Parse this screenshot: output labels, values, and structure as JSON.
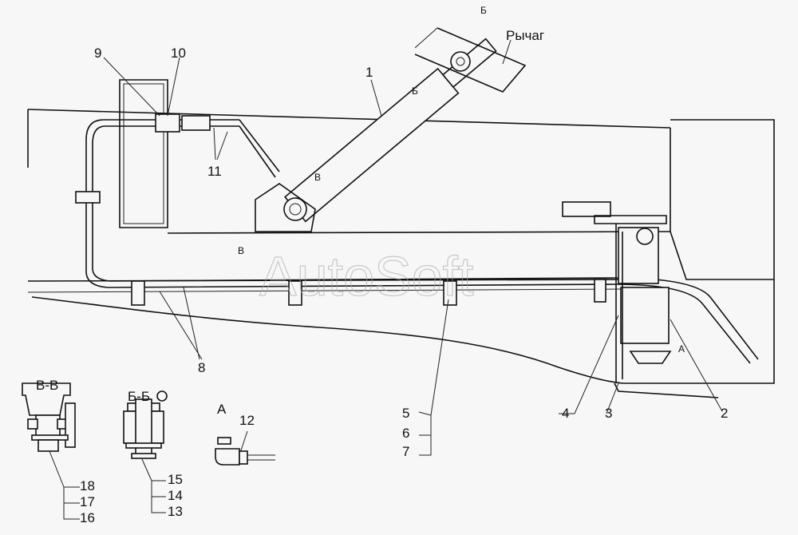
{
  "watermark": "AutoSoft",
  "callouts": {
    "c1": "1",
    "c2": "2",
    "c3": "3",
    "c4": "4",
    "c5": "5",
    "c6": "6",
    "c7": "7",
    "c8": "8",
    "c9": "9",
    "c10": "10",
    "c11": "11",
    "c12": "12",
    "c13": "13",
    "c14": "14",
    "c15": "15",
    "c16": "16",
    "c17": "17",
    "c18": "18"
  },
  "labels": {
    "lever": "Рычаг",
    "section_vv": "В-В",
    "section_bb": "Б-Б",
    "view_a": "A",
    "mark_b": "Б",
    "mark_v": "В",
    "mark_a": "A"
  }
}
